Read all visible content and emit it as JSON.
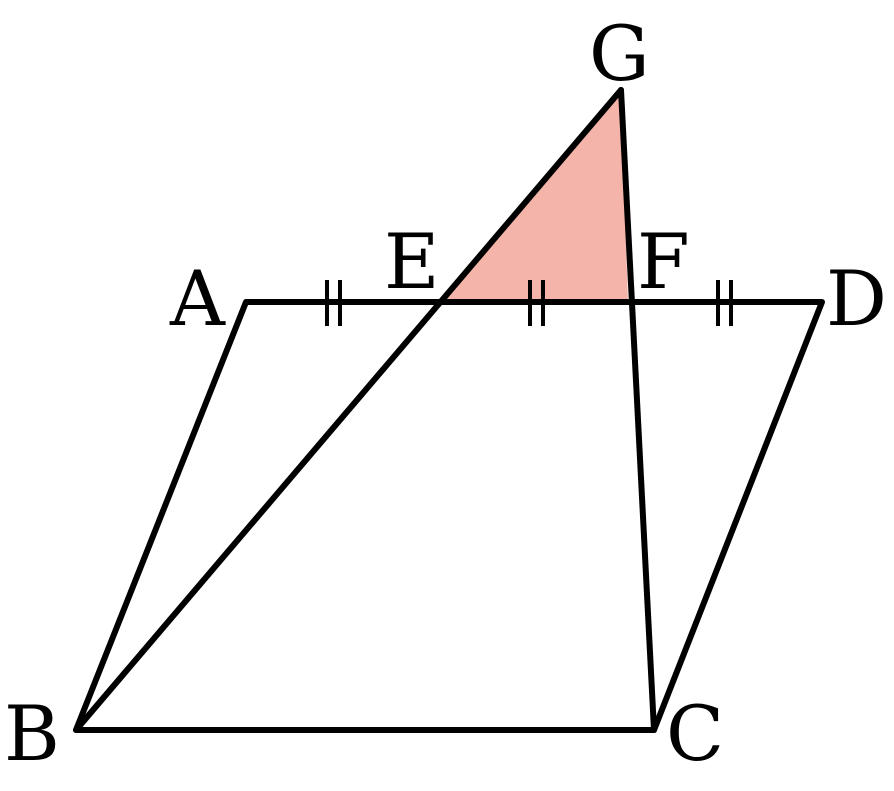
{
  "labels": {
    "A": "A",
    "B": "B",
    "C": "C",
    "D": "D",
    "E": "E",
    "F": "F",
    "G": "G"
  },
  "colors": {
    "highlight_fill": "#F5B4AA",
    "stroke": "#000000"
  },
  "marks": {
    "equal_segments": [
      "AE",
      "EF",
      "FD"
    ],
    "shaded_region": "triangle EFG"
  }
}
